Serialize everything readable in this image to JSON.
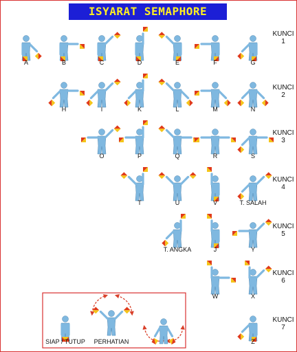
{
  "title": "ISYARAT SEMAPHORE",
  "colors": {
    "title_bg": "#1c1fd6",
    "title_text": "#ffee22",
    "frame": "#d93030",
    "body": "#7fb8e0",
    "flag_red": "#e03a1a",
    "flag_yellow": "#f5c518",
    "arrow": "#d9402a"
  },
  "kunci_labels": [
    {
      "word": "KUNCI",
      "num": "1"
    },
    {
      "word": "KUNCI",
      "num": "2"
    },
    {
      "word": "KUNCI",
      "num": "3"
    },
    {
      "word": "KUNCI",
      "num": "4"
    },
    {
      "word": "KUNCI",
      "num": "5"
    },
    {
      "word": "KUNCI",
      "num": "6"
    },
    {
      "word": "KUNCI",
      "num": "7"
    }
  ],
  "figures": [
    {
      "label": "A",
      "icon": "semaphore-figure"
    },
    {
      "label": "B",
      "icon": "semaphore-figure"
    },
    {
      "label": "C",
      "icon": "semaphore-figure"
    },
    {
      "label": "D",
      "icon": "semaphore-figure"
    },
    {
      "label": "E",
      "icon": "semaphore-figure"
    },
    {
      "label": "F",
      "icon": "semaphore-figure"
    },
    {
      "label": "G",
      "icon": "semaphore-figure"
    },
    {
      "label": "H",
      "icon": "semaphore-figure"
    },
    {
      "label": "I",
      "icon": "semaphore-figure"
    },
    {
      "label": "K",
      "icon": "semaphore-figure"
    },
    {
      "label": "L",
      "icon": "semaphore-figure"
    },
    {
      "label": "M",
      "icon": "semaphore-figure"
    },
    {
      "label": "N",
      "icon": "semaphore-figure"
    },
    {
      "label": "O",
      "icon": "semaphore-figure"
    },
    {
      "label": "P",
      "icon": "semaphore-figure"
    },
    {
      "label": "Q",
      "icon": "semaphore-figure"
    },
    {
      "label": "R",
      "icon": "semaphore-figure"
    },
    {
      "label": "S",
      "icon": "semaphore-figure"
    },
    {
      "label": "T",
      "icon": "semaphore-figure"
    },
    {
      "label": "U",
      "icon": "semaphore-figure"
    },
    {
      "label": "V",
      "icon": "semaphore-figure"
    },
    {
      "label": "T. SALAH",
      "icon": "semaphore-figure"
    },
    {
      "label": "T. ANGKA",
      "icon": "semaphore-figure"
    },
    {
      "label": "J",
      "icon": "semaphore-figure"
    },
    {
      "label": "Y",
      "icon": "semaphore-figure"
    },
    {
      "label": "W",
      "icon": "semaphore-figure"
    },
    {
      "label": "X",
      "icon": "semaphore-figure"
    },
    {
      "label": "Z",
      "icon": "semaphore-figure"
    },
    {
      "label": "SIAP / TUTUP",
      "icon": "semaphore-figure"
    },
    {
      "label": "PERHATIAN",
      "icon": "semaphore-figure"
    },
    {
      "label": "",
      "icon": "semaphore-figure"
    }
  ]
}
